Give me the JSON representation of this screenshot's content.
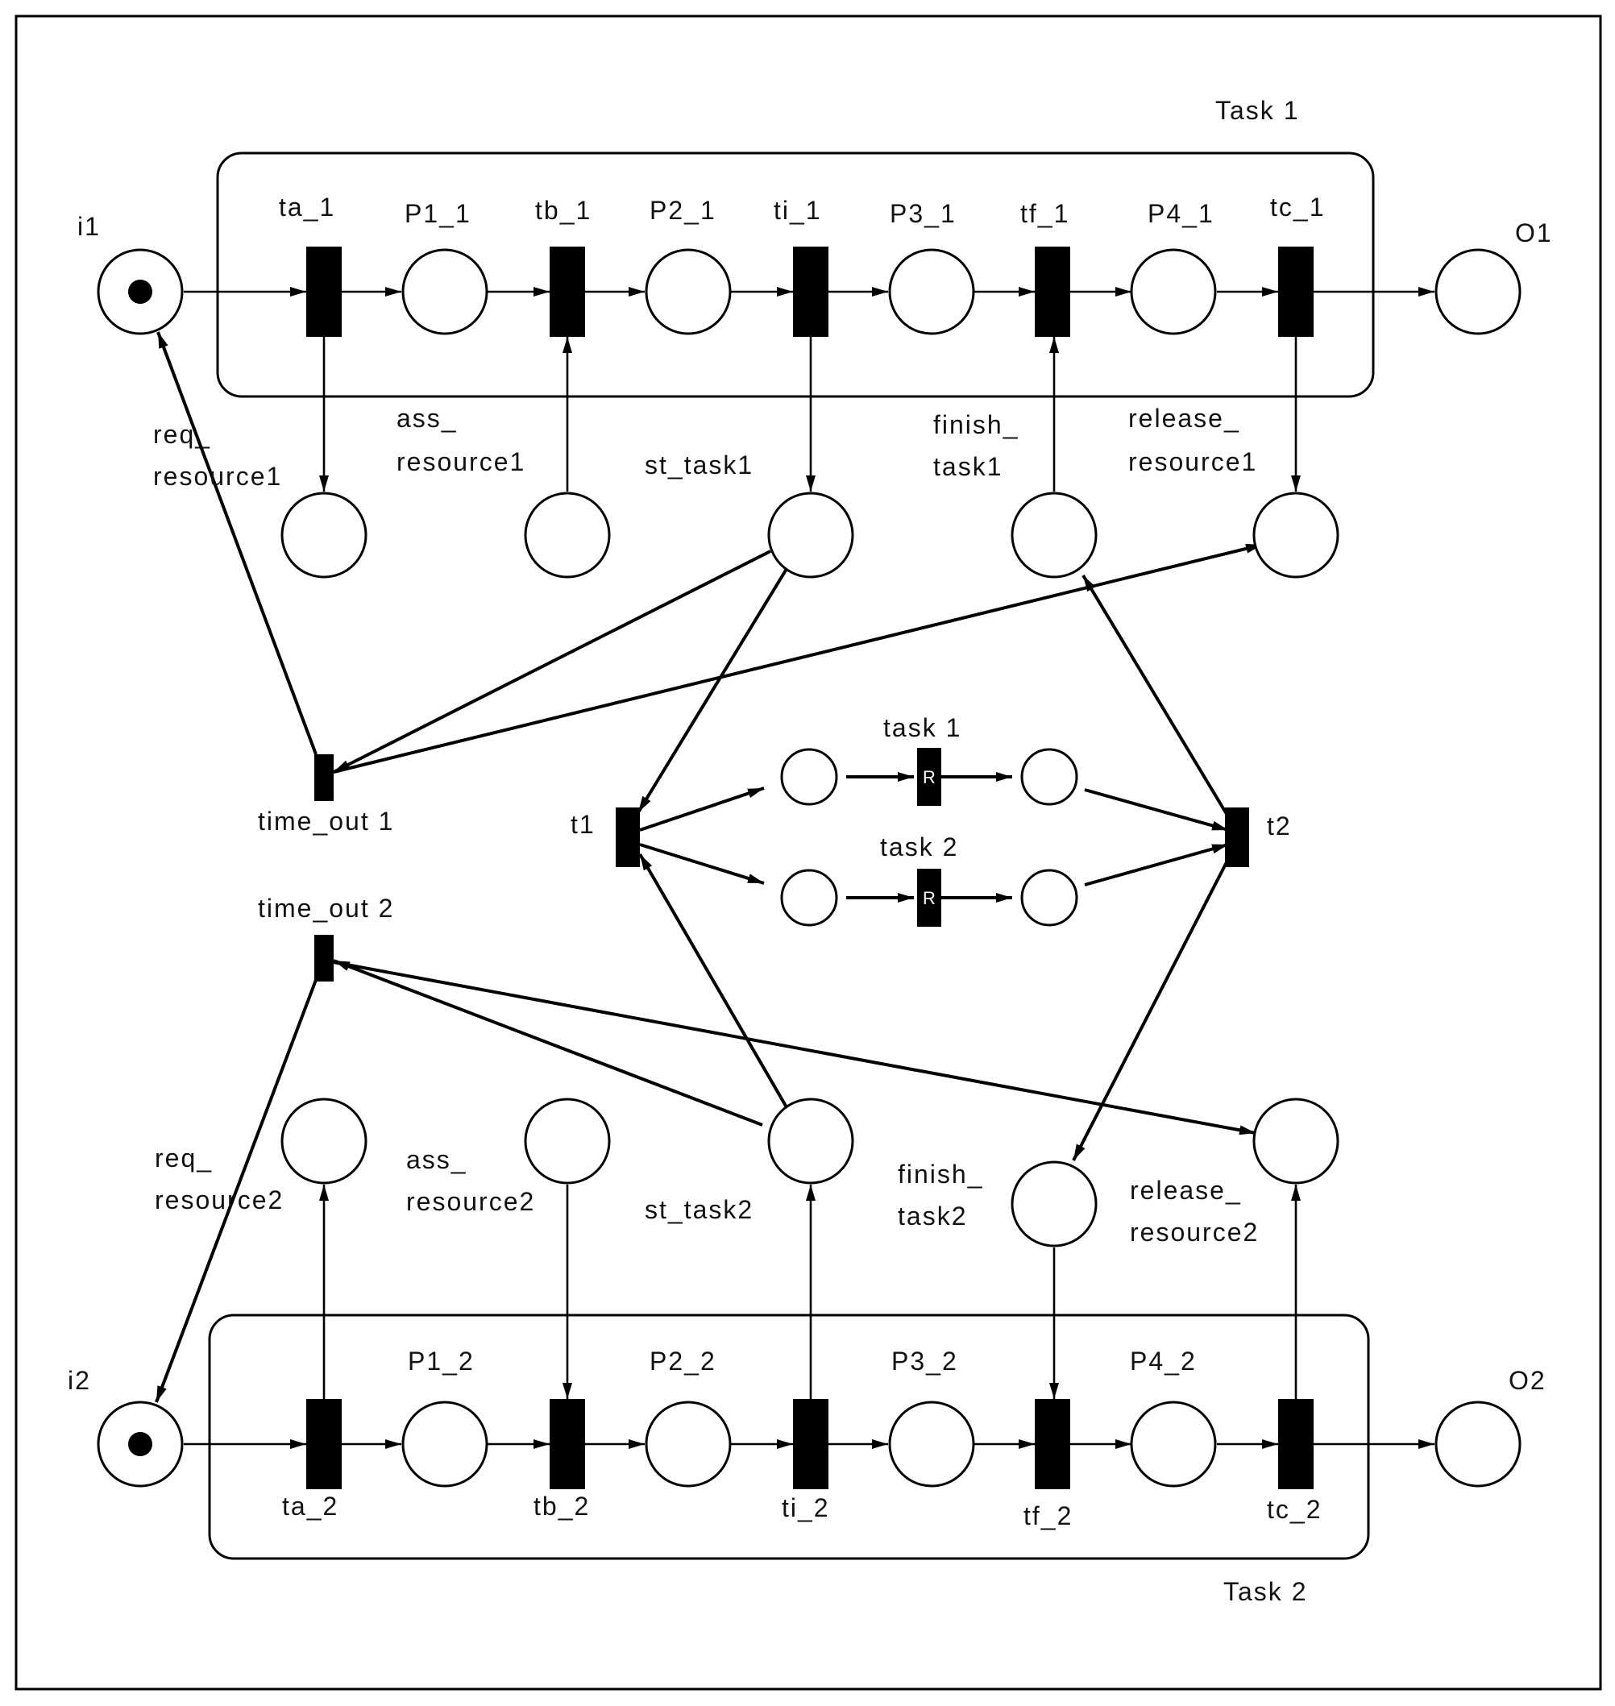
{
  "groups": {
    "task1": "Task 1",
    "task2": "Task 2"
  },
  "places": {
    "i1": "i1",
    "o1": "O1",
    "i2": "i2",
    "o2": "O2",
    "p1_1": "P1_1",
    "p2_1": "P2_1",
    "p3_1": "P3_1",
    "p4_1": "P4_1",
    "p1_2": "P1_2",
    "p2_2": "P2_2",
    "p3_2": "P3_2",
    "p4_2": "P4_2"
  },
  "transitions": {
    "ta_1": "ta_1",
    "tb_1": "tb_1",
    "ti_1": "ti_1",
    "tf_1": "tf_1",
    "tc_1": "tc_1",
    "ta_2": "ta_2",
    "tb_2": "tb_2",
    "ti_2": "ti_2",
    "tf_2": "tf_2",
    "tc_2": "tc_2",
    "t1": "t1",
    "t2": "t2",
    "time_out_1": "time_out 1",
    "time_out_2": "time_out 2",
    "task_1": "task 1",
    "task_2": "task 2",
    "r_marker": "R"
  },
  "interface_places": {
    "req_resource1": [
      "req_",
      "resource1"
    ],
    "ass_resource1": [
      "ass_",
      "resource1"
    ],
    "st_task1": "st_task1",
    "finish_task1": [
      "finish_",
      "task1"
    ],
    "release_resource1": [
      "release_",
      "resource1"
    ],
    "req_resource2": [
      "req_",
      "resource2"
    ],
    "ass_resource2": [
      "ass_",
      "resource2"
    ],
    "st_task2": "st_task2",
    "finish_task2": [
      "finish_",
      "task2"
    ],
    "release_resource2": [
      "release_",
      "resource2"
    ]
  },
  "colors": {
    "stroke": "#000000",
    "background": "#ffffff"
  }
}
